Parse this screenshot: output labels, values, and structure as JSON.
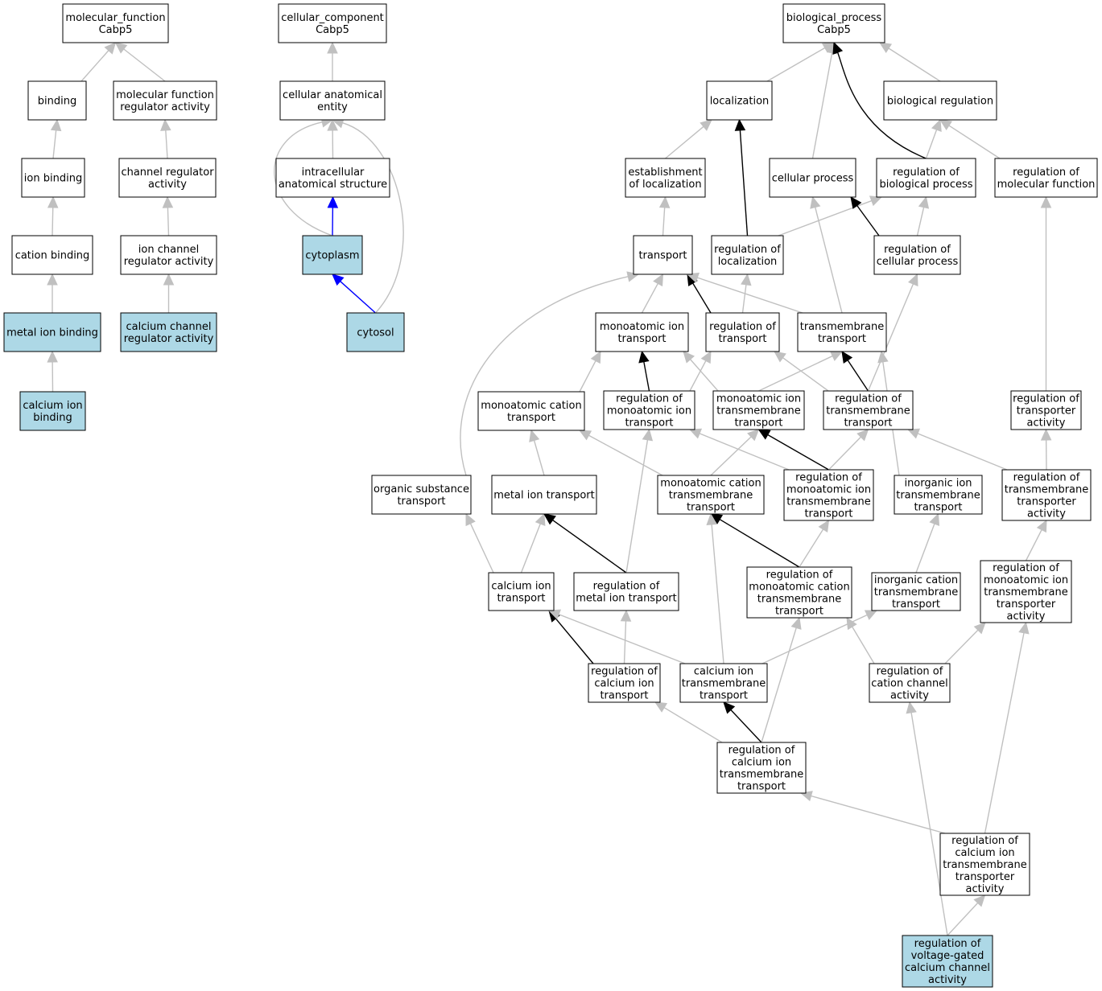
{
  "colors": {
    "highlight_fill": "#add8e6",
    "plain_fill": "#ffffff",
    "edge_gray": "#c0c0c0",
    "edge_black": "#000000",
    "edge_blue": "#0000ff"
  },
  "nodes": [
    {
      "id": "mf",
      "lines": [
        "molecular_function",
        "Cabp5"
      ],
      "highlight": false
    },
    {
      "id": "binding",
      "lines": [
        "binding"
      ],
      "highlight": false
    },
    {
      "id": "mfreg",
      "lines": [
        "molecular function",
        "regulator activity"
      ],
      "highlight": false
    },
    {
      "id": "ionbind",
      "lines": [
        "ion binding"
      ],
      "highlight": false
    },
    {
      "id": "chanreg",
      "lines": [
        "channel regulator",
        "activity"
      ],
      "highlight": false
    },
    {
      "id": "catbind",
      "lines": [
        "cation binding"
      ],
      "highlight": false
    },
    {
      "id": "ionchanreg",
      "lines": [
        "ion channel",
        "regulator activity"
      ],
      "highlight": false
    },
    {
      "id": "metalbind",
      "lines": [
        "metal ion binding"
      ],
      "highlight": true
    },
    {
      "id": "cachanreg",
      "lines": [
        "calcium channel",
        "regulator activity"
      ],
      "highlight": true
    },
    {
      "id": "cabind",
      "lines": [
        "calcium ion",
        "binding"
      ],
      "highlight": true
    },
    {
      "id": "cc",
      "lines": [
        "cellular_component",
        "Cabp5"
      ],
      "highlight": false
    },
    {
      "id": "cae",
      "lines": [
        "cellular anatomical",
        "entity"
      ],
      "highlight": false
    },
    {
      "id": "ias",
      "lines": [
        "intracellular",
        "anatomical structure"
      ],
      "highlight": false
    },
    {
      "id": "cytoplasm",
      "lines": [
        "cytoplasm"
      ],
      "highlight": true
    },
    {
      "id": "cytosol",
      "lines": [
        "cytosol"
      ],
      "highlight": true
    },
    {
      "id": "bp",
      "lines": [
        "biological_process",
        "Cabp5"
      ],
      "highlight": false
    },
    {
      "id": "loc",
      "lines": [
        "localization"
      ],
      "highlight": false
    },
    {
      "id": "bioreg",
      "lines": [
        "biological regulation"
      ],
      "highlight": false
    },
    {
      "id": "estloc",
      "lines": [
        "establishment",
        "of localization"
      ],
      "highlight": false
    },
    {
      "id": "cellproc",
      "lines": [
        "cellular process"
      ],
      "highlight": false
    },
    {
      "id": "regbio",
      "lines": [
        "regulation of",
        "biological process"
      ],
      "highlight": false
    },
    {
      "id": "regmol",
      "lines": [
        "regulation of",
        "molecular function"
      ],
      "highlight": false
    },
    {
      "id": "transport",
      "lines": [
        "transport"
      ],
      "highlight": false
    },
    {
      "id": "regloc",
      "lines": [
        "regulation of",
        "localization"
      ],
      "highlight": false
    },
    {
      "id": "regcell",
      "lines": [
        "regulation of",
        "cellular process"
      ],
      "highlight": false
    },
    {
      "id": "monoion",
      "lines": [
        "monoatomic ion",
        "transport"
      ],
      "highlight": false
    },
    {
      "id": "regtrans",
      "lines": [
        "regulation of",
        "transport"
      ],
      "highlight": false
    },
    {
      "id": "tmtrans",
      "lines": [
        "transmembrane",
        "transport"
      ],
      "highlight": false
    },
    {
      "id": "monocat",
      "lines": [
        "monoatomic cation",
        "transport"
      ],
      "highlight": false
    },
    {
      "id": "regmonoion",
      "lines": [
        "regulation of",
        "monoatomic ion",
        "transport"
      ],
      "highlight": false
    },
    {
      "id": "monoiontm",
      "lines": [
        "monoatomic ion",
        "transmembrane",
        "transport"
      ],
      "highlight": false
    },
    {
      "id": "regtm",
      "lines": [
        "regulation of",
        "transmembrane",
        "transport"
      ],
      "highlight": false
    },
    {
      "id": "regtransact",
      "lines": [
        "regulation of",
        "transporter",
        "activity"
      ],
      "highlight": false
    },
    {
      "id": "orgsub",
      "lines": [
        "organic substance",
        "transport"
      ],
      "highlight": false
    },
    {
      "id": "metalion",
      "lines": [
        "metal ion transport"
      ],
      "highlight": false
    },
    {
      "id": "monocattm",
      "lines": [
        "monoatomic cation",
        "transmembrane",
        "transport"
      ],
      "highlight": false
    },
    {
      "id": "regmonoiontm",
      "lines": [
        "regulation of",
        "monoatomic ion",
        "transmembrane",
        "transport"
      ],
      "highlight": false
    },
    {
      "id": "inorgiontm",
      "lines": [
        "inorganic ion",
        "transmembrane",
        "transport"
      ],
      "highlight": false
    },
    {
      "id": "regtmtransact",
      "lines": [
        "regulation of",
        "transmembrane",
        "transporter",
        "activity"
      ],
      "highlight": false
    },
    {
      "id": "caion",
      "lines": [
        "calcium ion",
        "transport"
      ],
      "highlight": false
    },
    {
      "id": "regmetal",
      "lines": [
        "regulation of",
        "metal ion transport"
      ],
      "highlight": false
    },
    {
      "id": "regmonocattm",
      "lines": [
        "regulation of",
        "monoatomic cation",
        "transmembrane",
        "transport"
      ],
      "highlight": false
    },
    {
      "id": "inorgcattm",
      "lines": [
        "inorganic cation",
        "transmembrane",
        "transport"
      ],
      "highlight": false
    },
    {
      "id": "regmonoiontmact",
      "lines": [
        "regulation of",
        "monoatomic ion",
        "transmembrane",
        "transporter",
        "activity"
      ],
      "highlight": false
    },
    {
      "id": "regcaion",
      "lines": [
        "regulation of",
        "calcium ion",
        "transport"
      ],
      "highlight": false
    },
    {
      "id": "caiontm",
      "lines": [
        "calcium ion",
        "transmembrane",
        "transport"
      ],
      "highlight": false
    },
    {
      "id": "regcatchan",
      "lines": [
        "regulation of",
        "cation channel",
        "activity"
      ],
      "highlight": false
    },
    {
      "id": "regcaiontm",
      "lines": [
        "regulation of",
        "calcium ion",
        "transmembrane",
        "transport"
      ],
      "highlight": false
    },
    {
      "id": "regcaiontmact",
      "lines": [
        "regulation of",
        "calcium ion",
        "transmembrane",
        "transporter",
        "activity"
      ],
      "highlight": false
    },
    {
      "id": "regvgcc",
      "lines": [
        "regulation of",
        "voltage-gated",
        "calcium channel",
        "activity"
      ],
      "highlight": true
    }
  ],
  "edges": [
    {
      "from": "binding",
      "to": "mf",
      "color": "gray"
    },
    {
      "from": "mfreg",
      "to": "mf",
      "color": "gray"
    },
    {
      "from": "ionbind",
      "to": "binding",
      "color": "gray"
    },
    {
      "from": "chanreg",
      "to": "mfreg",
      "color": "gray"
    },
    {
      "from": "catbind",
      "to": "ionbind",
      "color": "gray"
    },
    {
      "from": "ionchanreg",
      "to": "chanreg",
      "color": "gray"
    },
    {
      "from": "metalbind",
      "to": "catbind",
      "color": "gray"
    },
    {
      "from": "cachanreg",
      "to": "ionchanreg",
      "color": "gray"
    },
    {
      "from": "cabind",
      "to": "metalbind",
      "color": "gray"
    },
    {
      "from": "cae",
      "to": "cc",
      "color": "gray"
    },
    {
      "from": "ias",
      "to": "cae",
      "color": "gray"
    },
    {
      "from": "cytoplasm",
      "to": "ias",
      "color": "blue"
    },
    {
      "from": "cytoplasm",
      "to": "cae",
      "color": "gray"
    },
    {
      "from": "cytosol",
      "to": "cytoplasm",
      "color": "blue"
    },
    {
      "from": "cytosol",
      "to": "cae",
      "color": "gray"
    },
    {
      "from": "loc",
      "to": "bp",
      "color": "gray"
    },
    {
      "from": "cellproc",
      "to": "bp",
      "color": "gray"
    },
    {
      "from": "regbio",
      "to": "bp",
      "color": "black"
    },
    {
      "from": "bioreg",
      "to": "bp",
      "color": "gray"
    },
    {
      "from": "estloc",
      "to": "loc",
      "color": "gray"
    },
    {
      "from": "regbio",
      "to": "bioreg",
      "color": "gray"
    },
    {
      "from": "regmol",
      "to": "bioreg",
      "color": "gray"
    },
    {
      "from": "transport",
      "to": "estloc",
      "color": "gray"
    },
    {
      "from": "regloc",
      "to": "loc",
      "color": "black"
    },
    {
      "from": "regloc",
      "to": "regbio",
      "color": "gray"
    },
    {
      "from": "regcell",
      "to": "cellproc",
      "color": "black"
    },
    {
      "from": "regcell",
      "to": "regbio",
      "color": "gray"
    },
    {
      "from": "monoion",
      "to": "transport",
      "color": "gray"
    },
    {
      "from": "regtrans",
      "to": "transport",
      "color": "black"
    },
    {
      "from": "regtrans",
      "to": "regloc",
      "color": "gray"
    },
    {
      "from": "tmtrans",
      "to": "transport",
      "color": "gray"
    },
    {
      "from": "tmtrans",
      "to": "cellproc",
      "color": "gray"
    },
    {
      "from": "monocat",
      "to": "monoion",
      "color": "gray"
    },
    {
      "from": "regmonoion",
      "to": "monoion",
      "color": "black"
    },
    {
      "from": "regmonoion",
      "to": "regtrans",
      "color": "gray"
    },
    {
      "from": "monoiontm",
      "to": "monoion",
      "color": "gray"
    },
    {
      "from": "monoiontm",
      "to": "tmtrans",
      "color": "gray"
    },
    {
      "from": "regtm",
      "to": "tmtrans",
      "color": "black"
    },
    {
      "from": "regtm",
      "to": "regtrans",
      "color": "gray"
    },
    {
      "from": "regtm",
      "to": "regcell",
      "color": "gray"
    },
    {
      "from": "regtransact",
      "to": "regmol",
      "color": "gray"
    },
    {
      "from": "orgsub",
      "to": "transport",
      "color": "gray"
    },
    {
      "from": "metalion",
      "to": "monocat",
      "color": "gray"
    },
    {
      "from": "monocattm",
      "to": "monocat",
      "color": "gray"
    },
    {
      "from": "monocattm",
      "to": "monoiontm",
      "color": "gray"
    },
    {
      "from": "regmonoiontm",
      "to": "monoiontm",
      "color": "black"
    },
    {
      "from": "regmonoiontm",
      "to": "regmonoion",
      "color": "gray"
    },
    {
      "from": "regmonoiontm",
      "to": "regtm",
      "color": "gray"
    },
    {
      "from": "inorgiontm",
      "to": "tmtrans",
      "color": "gray"
    },
    {
      "from": "regtmtransact",
      "to": "regtransact",
      "color": "gray"
    },
    {
      "from": "regtmtransact",
      "to": "regtm",
      "color": "gray"
    },
    {
      "from": "caion",
      "to": "orgsub",
      "color": "gray"
    },
    {
      "from": "caion",
      "to": "metalion",
      "color": "gray"
    },
    {
      "from": "regmetal",
      "to": "metalion",
      "color": "black"
    },
    {
      "from": "regmetal",
      "to": "regmonoion",
      "color": "gray"
    },
    {
      "from": "regmonocattm",
      "to": "monocattm",
      "color": "black"
    },
    {
      "from": "regmonocattm",
      "to": "regmonoiontm",
      "color": "gray"
    },
    {
      "from": "inorgcattm",
      "to": "inorgiontm",
      "color": "gray"
    },
    {
      "from": "regmonoiontmact",
      "to": "regtmtransact",
      "color": "gray"
    },
    {
      "from": "regcaion",
      "to": "caion",
      "color": "black"
    },
    {
      "from": "regcaion",
      "to": "regmetal",
      "color": "gray"
    },
    {
      "from": "caiontm",
      "to": "caion",
      "color": "gray"
    },
    {
      "from": "caiontm",
      "to": "monocattm",
      "color": "gray"
    },
    {
      "from": "caiontm",
      "to": "inorgcattm",
      "color": "gray"
    },
    {
      "from": "regcatchan",
      "to": "regmonocattm",
      "color": "gray"
    },
    {
      "from": "regcatchan",
      "to": "regmonoiontmact",
      "color": "gray"
    },
    {
      "from": "regcaiontm",
      "to": "caiontm",
      "color": "black"
    },
    {
      "from": "regcaiontm",
      "to": "regcaion",
      "color": "gray"
    },
    {
      "from": "regcaiontm",
      "to": "regmonocattm",
      "color": "gray"
    },
    {
      "from": "regcaiontmact",
      "to": "regcaiontm",
      "color": "gray"
    },
    {
      "from": "regcaiontmact",
      "to": "regmonoiontmact",
      "color": "gray"
    },
    {
      "from": "regvgcc",
      "to": "regcaiontmact",
      "color": "gray"
    },
    {
      "from": "regvgcc",
      "to": "regcatchan",
      "color": "gray"
    }
  ]
}
